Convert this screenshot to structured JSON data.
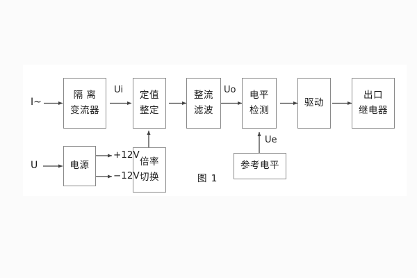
{
  "figure": {
    "caption": "图 1",
    "inputs": [
      {
        "name": "current-input",
        "label": "I~"
      },
      {
        "name": "voltage-input",
        "label": "U"
      }
    ],
    "blocks": [
      {
        "name": "isolation-transformer",
        "lines": [
          "隔 离",
          "变流器"
        ]
      },
      {
        "name": "setting-value",
        "lines": [
          "定值",
          "整定"
        ]
      },
      {
        "name": "rectifier-filter",
        "lines": [
          "整流",
          "滤波"
        ]
      },
      {
        "name": "level-detection",
        "lines": [
          "电平",
          "检测"
        ]
      },
      {
        "name": "driver",
        "lines": [
          "驱动"
        ]
      },
      {
        "name": "output-relay",
        "lines": [
          "出口",
          "继电器"
        ]
      },
      {
        "name": "power-supply",
        "lines": [
          "电源"
        ]
      },
      {
        "name": "multiplier-switch",
        "lines": [
          "倍率",
          "切换"
        ]
      },
      {
        "name": "reference-level",
        "lines": [
          "参考电平"
        ]
      }
    ],
    "signals": [
      {
        "name": "signal-ui",
        "label": "Ui"
      },
      {
        "name": "signal-uo",
        "label": "Uo"
      },
      {
        "name": "signal-ue",
        "label": "Ue"
      }
    ],
    "rails": [
      {
        "name": "rail-positive-12v",
        "label": "+12V"
      },
      {
        "name": "rail-negative-12v",
        "label": "−12V"
      }
    ],
    "colors": {
      "box_border": "#8a8a8a",
      "line": "#555555",
      "text": "#1a1a1a",
      "panel": "#ffffff",
      "page": "#fbfbfb"
    }
  }
}
